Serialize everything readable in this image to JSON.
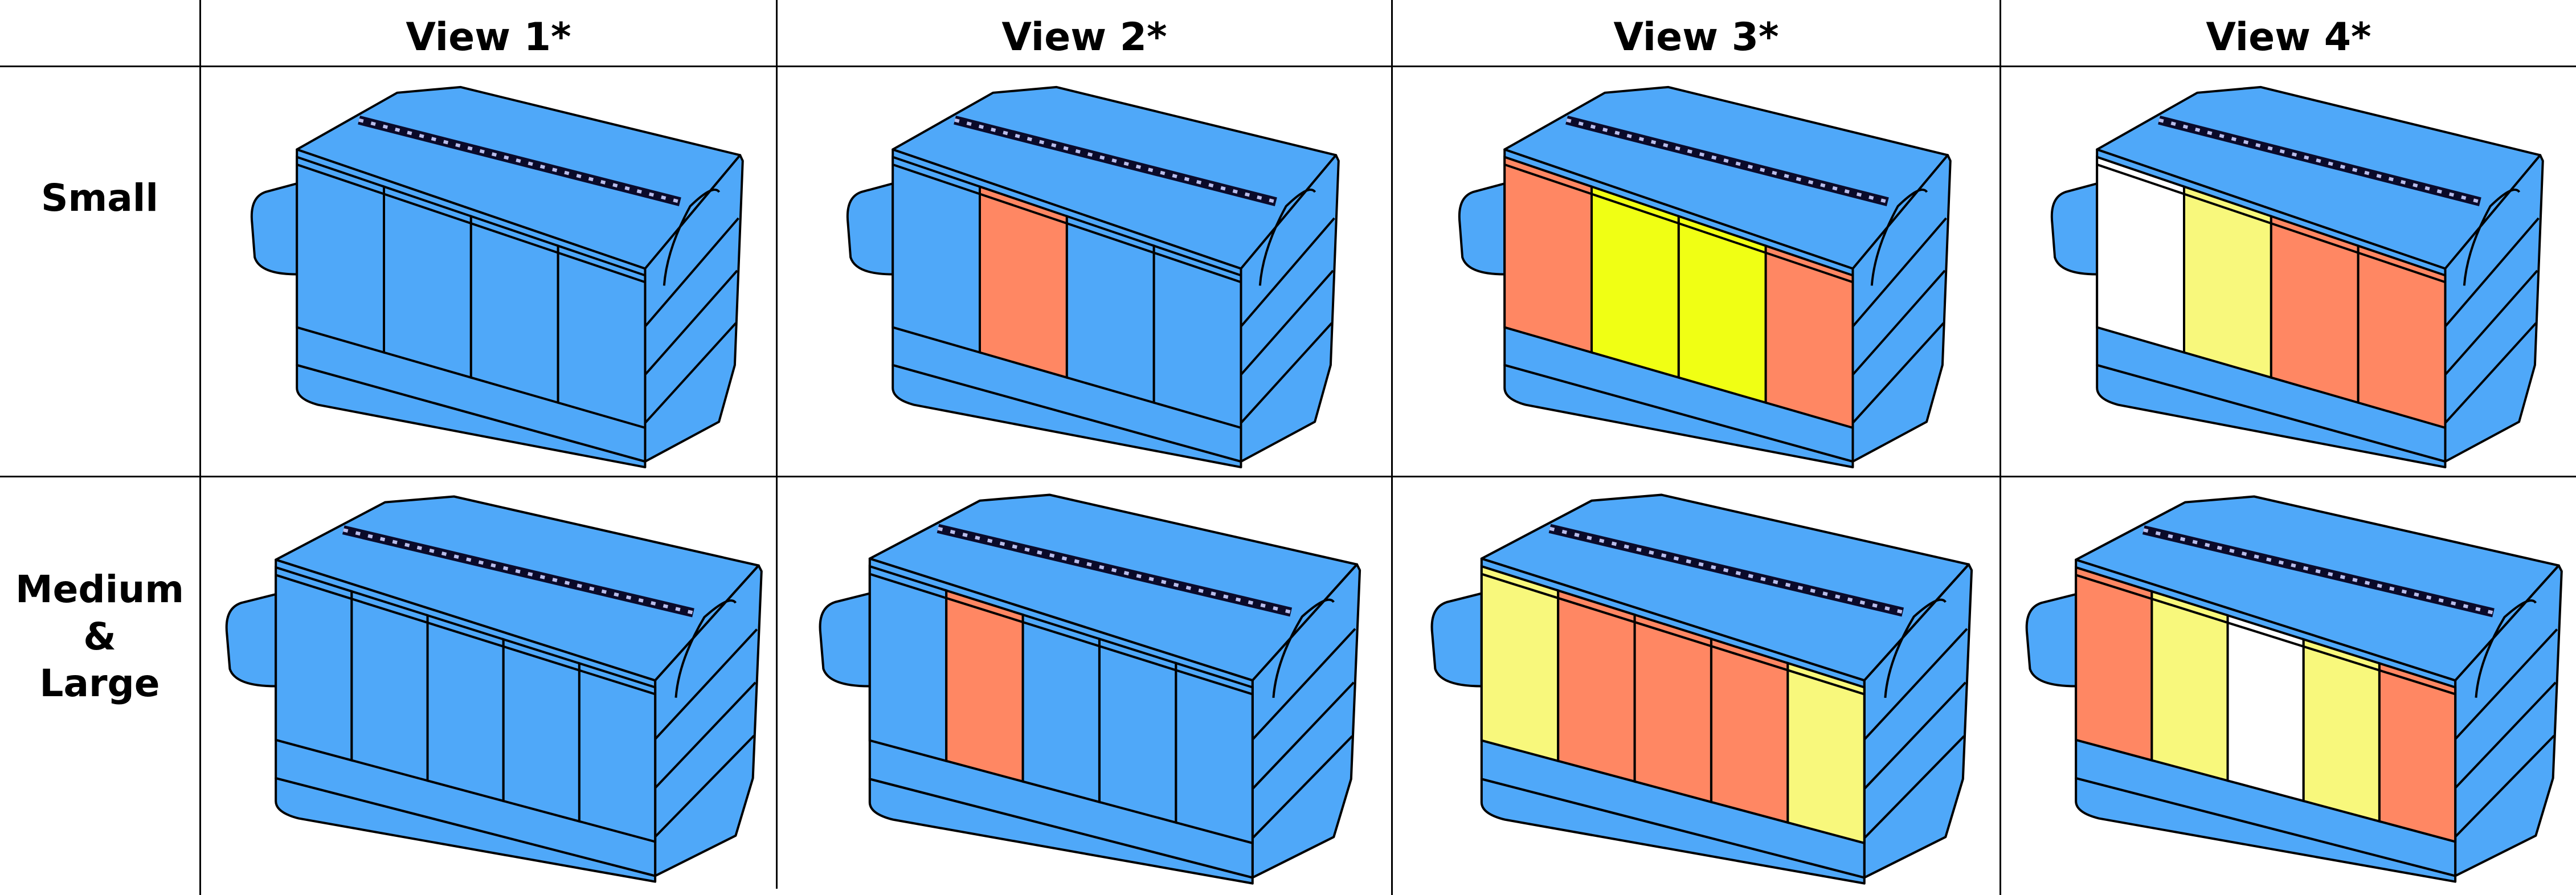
{
  "columns": [
    {
      "label": "View 1*"
    },
    {
      "label": "View 2*"
    },
    {
      "label": "View 3*"
    },
    {
      "label": "View 4*"
    }
  ],
  "rows": [
    {
      "label": "Small"
    },
    {
      "label": "Medium\n&\nLarge"
    }
  ],
  "colors": {
    "box_blue": "#4FA8F9",
    "salmon": "#FF8763",
    "lime": "#F0FF14",
    "pale_yellow": "#F8F87C",
    "white": "#FFFFFF",
    "outline": "#000000",
    "zip_dark": "#0A0A2A",
    "zip_light": "#B8BCEB"
  },
  "boxes": [
    {
      "row": 0,
      "col": 0,
      "panels": [
        "blue",
        "blue",
        "blue",
        "blue"
      ]
    },
    {
      "row": 0,
      "col": 1,
      "panels": [
        "blue",
        "salmon",
        "blue",
        "blue"
      ]
    },
    {
      "row": 0,
      "col": 2,
      "panels": [
        "salmon",
        "lime",
        "lime",
        "salmon"
      ]
    },
    {
      "row": 0,
      "col": 3,
      "panels": [
        "white",
        "pale_yellow",
        "salmon",
        "salmon"
      ]
    },
    {
      "row": 1,
      "col": 0,
      "panels": [
        "blue",
        "blue",
        "blue",
        "blue",
        "blue"
      ]
    },
    {
      "row": 1,
      "col": 1,
      "panels": [
        "blue",
        "salmon",
        "blue",
        "blue",
        "blue"
      ]
    },
    {
      "row": 1,
      "col": 2,
      "panels": [
        "pale_yellow",
        "salmon",
        "salmon",
        "salmon",
        "pale_yellow"
      ]
    },
    {
      "row": 1,
      "col": 3,
      "panels": [
        "salmon",
        "pale_yellow",
        "white",
        "pale_yellow",
        "salmon"
      ]
    }
  ]
}
